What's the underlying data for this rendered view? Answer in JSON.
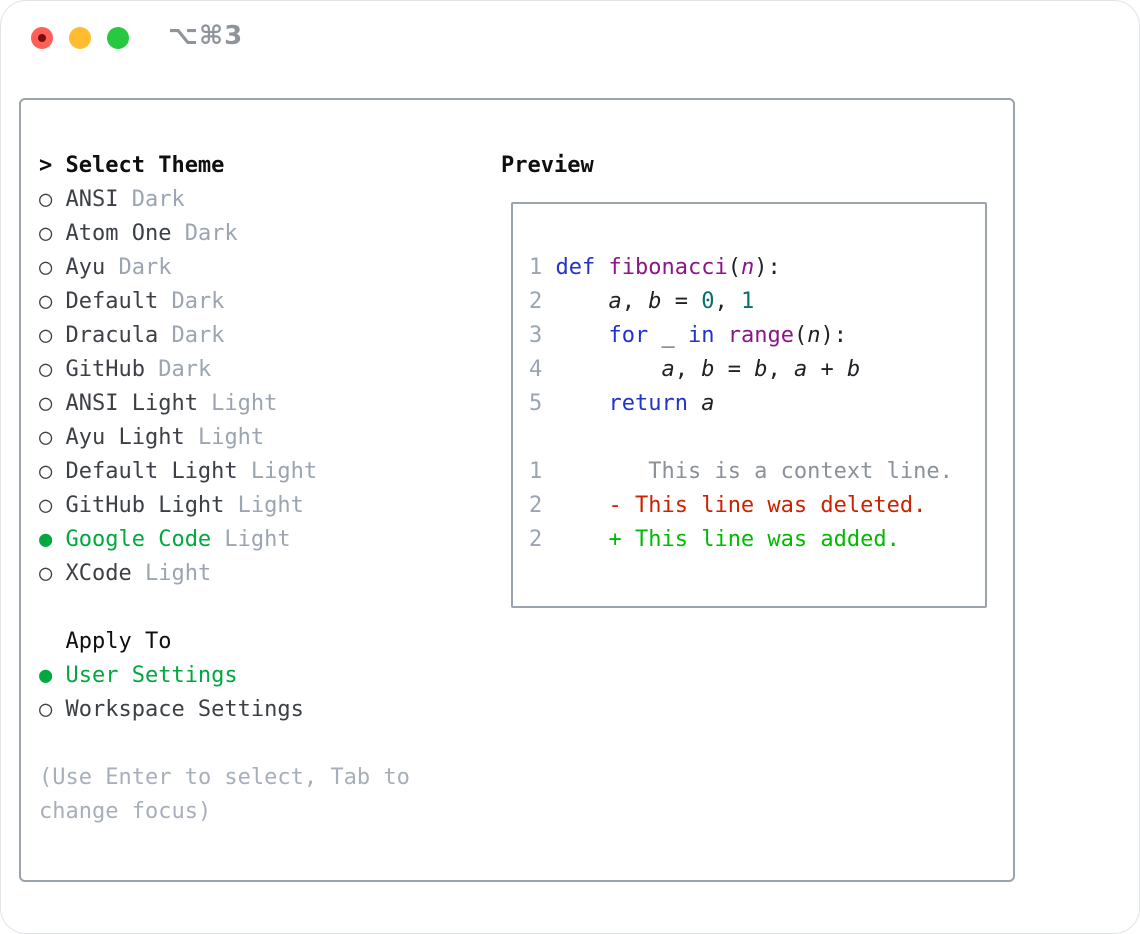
{
  "window": {
    "shortcut": "⌥⌘3"
  },
  "theme_panel": {
    "header": {
      "cursor": ">",
      "label": "Select Theme"
    },
    "markers": {
      "selected": "●",
      "unselected": "○"
    },
    "items": [
      {
        "name": "ANSI",
        "variant": "Dark",
        "selected": false
      },
      {
        "name": "Atom One",
        "variant": "Dark",
        "selected": false
      },
      {
        "name": "Ayu",
        "variant": "Dark",
        "selected": false
      },
      {
        "name": "Default",
        "variant": "Dark",
        "selected": false
      },
      {
        "name": "Dracula",
        "variant": "Dark",
        "selected": false
      },
      {
        "name": "GitHub",
        "variant": "Dark",
        "selected": false
      },
      {
        "name": "ANSI Light",
        "variant": "Light",
        "selected": false
      },
      {
        "name": "Ayu Light",
        "variant": "Light",
        "selected": false
      },
      {
        "name": "Default Light",
        "variant": "Light",
        "selected": false
      },
      {
        "name": "GitHub Light",
        "variant": "Light",
        "selected": false
      },
      {
        "name": "Google Code",
        "variant": "Light",
        "selected": true
      },
      {
        "name": "XCode",
        "variant": "Light",
        "selected": false
      }
    ],
    "apply_to": {
      "label": "Apply To",
      "options": [
        {
          "label": "User Settings",
          "selected": true
        },
        {
          "label": "Workspace Settings",
          "selected": false
        }
      ]
    },
    "help_lines": [
      "(Use Enter to select, Tab to",
      "change focus)"
    ]
  },
  "preview_panel": {
    "title": "Preview",
    "lines": [
      {
        "num": "1",
        "segments": [
          {
            "t": " ",
            "c": "pl"
          },
          {
            "t": "def",
            "c": "kw"
          },
          {
            "t": " ",
            "c": "pl"
          },
          {
            "t": "fibonacci",
            "c": "fn"
          },
          {
            "t": "(",
            "c": "pl"
          },
          {
            "t": "n",
            "c": "fn",
            "i": true
          },
          {
            "t": "):",
            "c": "pl"
          }
        ]
      },
      {
        "num": "2",
        "segments": [
          {
            "t": "     ",
            "c": "pl"
          },
          {
            "t": "a",
            "c": "pl",
            "i": true
          },
          {
            "t": ", ",
            "c": "pl"
          },
          {
            "t": "b",
            "c": "pl",
            "i": true
          },
          {
            "t": " = ",
            "c": "pl"
          },
          {
            "t": "0",
            "c": "lit"
          },
          {
            "t": ", ",
            "c": "pl"
          },
          {
            "t": "1",
            "c": "lit"
          }
        ]
      },
      {
        "num": "3",
        "segments": [
          {
            "t": "     ",
            "c": "pl"
          },
          {
            "t": "for",
            "c": "kw"
          },
          {
            "t": " ",
            "c": "pl"
          },
          {
            "t": "_",
            "c": "pl"
          },
          {
            "t": " ",
            "c": "pl"
          },
          {
            "t": "in",
            "c": "kw"
          },
          {
            "t": " ",
            "c": "pl"
          },
          {
            "t": "range",
            "c": "fn"
          },
          {
            "t": "(",
            "c": "pl"
          },
          {
            "t": "n",
            "c": "pl",
            "i": true
          },
          {
            "t": "):",
            "c": "pl"
          }
        ]
      },
      {
        "num": "4",
        "segments": [
          {
            "t": "         ",
            "c": "pl"
          },
          {
            "t": "a",
            "c": "pl",
            "i": true
          },
          {
            "t": ", ",
            "c": "pl"
          },
          {
            "t": "b",
            "c": "pl",
            "i": true
          },
          {
            "t": " = ",
            "c": "pl"
          },
          {
            "t": "b",
            "c": "pl",
            "i": true
          },
          {
            "t": ", ",
            "c": "pl"
          },
          {
            "t": "a",
            "c": "pl",
            "i": true
          },
          {
            "t": " + ",
            "c": "pl"
          },
          {
            "t": "b",
            "c": "pl",
            "i": true
          }
        ]
      },
      {
        "num": "5",
        "segments": [
          {
            "t": "     ",
            "c": "pl"
          },
          {
            "t": "return",
            "c": "kw"
          },
          {
            "t": " ",
            "c": "pl"
          },
          {
            "t": "a",
            "c": "pl",
            "i": true
          }
        ]
      },
      {
        "num": "",
        "segments": []
      },
      {
        "num": "1",
        "segments": [
          {
            "t": "        ",
            "c": "pl"
          },
          {
            "t": "This is a context line.",
            "c": "ctx"
          }
        ]
      },
      {
        "num": "2",
        "segments": [
          {
            "t": "     ",
            "c": "pl"
          },
          {
            "t": "- This line was deleted.",
            "c": "del"
          }
        ]
      },
      {
        "num": "2",
        "segments": [
          {
            "t": "     ",
            "c": "pl"
          },
          {
            "t": "+ This line was added.",
            "c": "add"
          }
        ]
      }
    ]
  },
  "colors": {
    "selection_green": "#00a83e",
    "diff_added_green": "#00bb00",
    "diff_deleted_red": "#cc2200",
    "syntax_keyword_blue": "#2233cc",
    "syntax_function_purple": "#8b168b",
    "syntax_literal_teal": "#0b6e6e",
    "muted_gray": "#9ba5b2",
    "panel_border_gray": "#9aa3ae",
    "traffic_red": "#fe5f57",
    "traffic_yellow": "#febc2e",
    "traffic_green": "#28c840"
  }
}
